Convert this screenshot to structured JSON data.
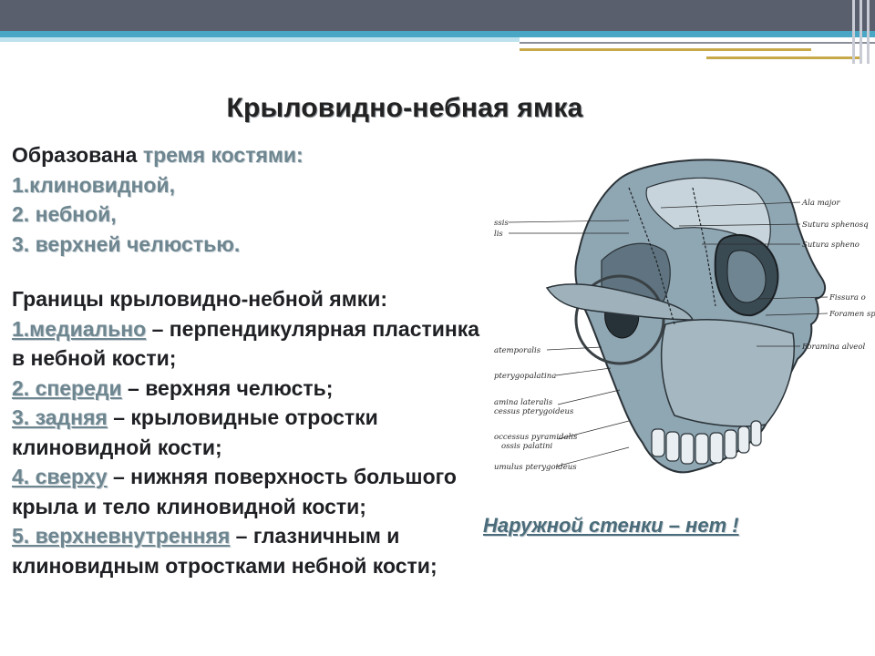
{
  "title": "Крыловидно-небная ямка",
  "intro": {
    "lead": "Образована ",
    "lead_highlight": "тремя костями:",
    "items": [
      "1.клиновидной,",
      "2. небной,",
      "3. верхней челюстью."
    ]
  },
  "borders": {
    "heading": "Границы крыловидно-небной ямки:",
    "b1": {
      "key": "1.медиально",
      "text": " – перпендикулярная пластинка",
      "cont": "в небной кости;"
    },
    "b2": {
      "key": "2. спереди",
      "text": " – верхняя челюсть;"
    },
    "b3": {
      "key": "3. задняя",
      "text": " – крыловидные отростки",
      "cont": "клиновидной кости;"
    },
    "b4": {
      "key": "4. сверху",
      "text": " – нижняя поверхность большого",
      "cont": "крыла и тело клиновидной кости;"
    },
    "b5": {
      "key": "5. верхневнутренняя",
      "text": " – глазничным и",
      "cont": "клиновидным отростками небной кости;"
    }
  },
  "note": {
    "text": "Наружной стенки – нет !"
  },
  "figure": {
    "icon": "skull-lateral-anatomy-illustration",
    "labels_right": [
      "Ala major",
      "Sutura sphenosq",
      "Sutura spheno",
      "Fissura o",
      "Foramen sp",
      "Foramina alveol"
    ],
    "labels_left": [
      "ssis",
      "lis",
      "atemporalis",
      "pterygopalatina",
      "amina lateralis",
      "cessus pterygoideus",
      "occessus pyramidalis",
      "ossis palatini",
      "umulus pterygoideus"
    ]
  },
  "colors": {
    "header_dark": "#5a5f6e",
    "header_teal": "#49a6c4",
    "accent_gold": "#c8a94a",
    "highlight_text": "#6e8690",
    "note_text": "#4a6b79"
  }
}
